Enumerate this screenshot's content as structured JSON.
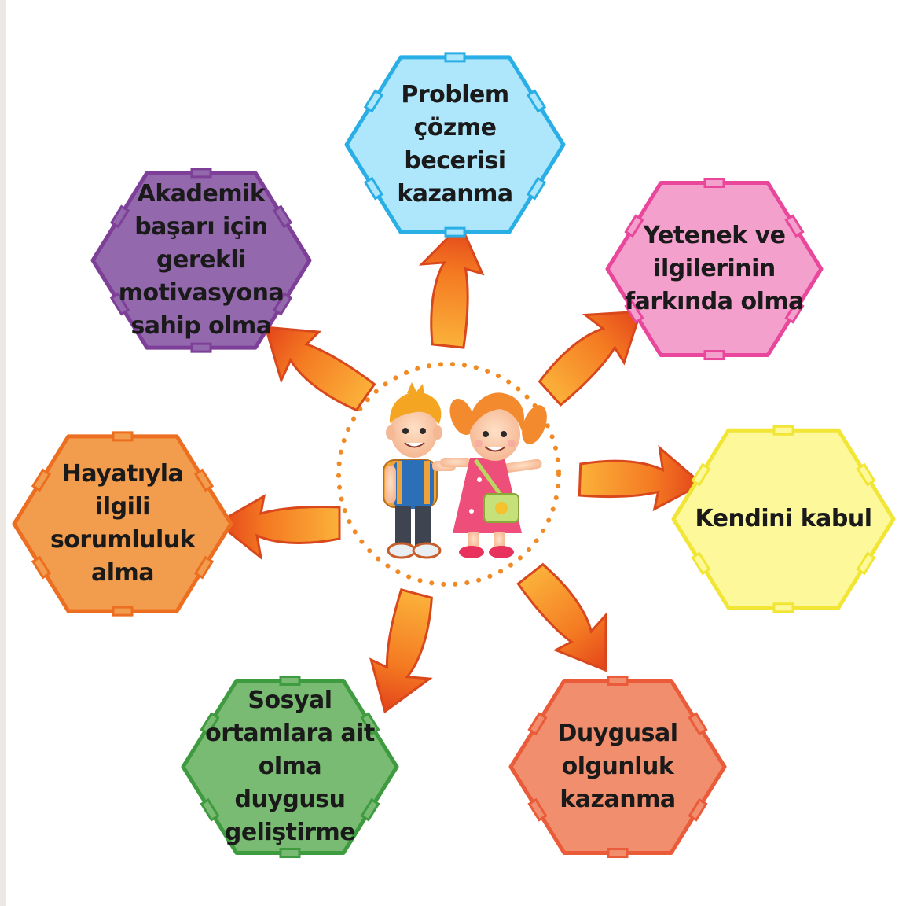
{
  "diagram": {
    "center_description": "two cartoon schoolchildren (boy with backpack, girl with shoulder bag)",
    "nodes": [
      {
        "id": "problem",
        "text": "Problem\nçözme\nbecerisi\nkazanma",
        "fill": "#aee6fb",
        "stroke": "#29aee5"
      },
      {
        "id": "yetenek",
        "text": "Yetenek ve\nilgilerinin\nfarkında olma",
        "fill": "#f4a0cc",
        "stroke": "#e8479b"
      },
      {
        "id": "kendini",
        "text": "Kendini kabul",
        "fill": "#fdf99a",
        "stroke": "#f1e535"
      },
      {
        "id": "duygusal",
        "text": "Duygusal\nolgunluk\nkazanma",
        "fill": "#f08e6e",
        "stroke": "#ea5b3a"
      },
      {
        "id": "sosyal",
        "text": "Sosyal\nortamlara ait\nolma\nduygusu\ngeliştirme",
        "fill": "#79bb73",
        "stroke": "#3f9b3f"
      },
      {
        "id": "hayatiyla",
        "text": "Hayatıyla\nilgili\nsorumluluk\nalma",
        "fill": "#f29c4e",
        "stroke": "#ec6f21"
      },
      {
        "id": "akademik",
        "text": "Akademik\nbaşarı için\ngerekli\nmotivasyona\nsahip olma",
        "fill": "#9368ad",
        "stroke": "#7d3f97"
      }
    ],
    "colors": {
      "arrow_outer": "#e84b1a",
      "arrow_inner": "#fbb13a",
      "dots": "#f08a24",
      "background": "#ffffff"
    }
  }
}
